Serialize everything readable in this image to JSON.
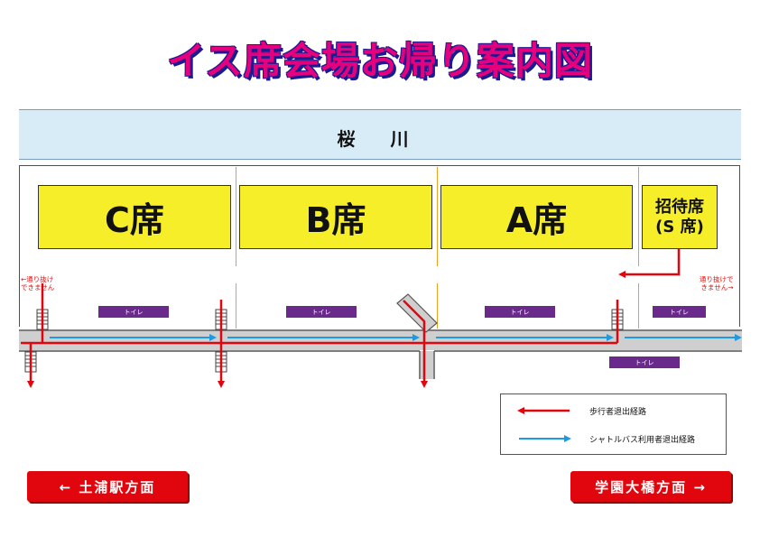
{
  "title": "イス席会場お帰り案内図",
  "river": {
    "label": "桜 川"
  },
  "blocks": {
    "c": "C席",
    "b": "B席",
    "a": "A席",
    "invited_line1": "招待席",
    "invited_line2": "(S 席)"
  },
  "toilets": {
    "label": "トイレ"
  },
  "notes": {
    "left_line1": "←通り抜け",
    "left_line2": "できません",
    "right_line1": "通り抜けで",
    "right_line2": "きません→"
  },
  "legend": {
    "pedestrian": "歩行者退出経路",
    "shuttle": "シャトルバス利用者退出経路"
  },
  "directions": {
    "left": "← 土浦駅方面",
    "right": "学園大橋方面 →"
  },
  "colors": {
    "pedestrian_route": "#e1060e",
    "shuttle_route": "#1e9be0",
    "seat_block": "#f7ee2a",
    "toilet": "#6a2a8c",
    "river": "#d8ecf8",
    "title": "#e6007e",
    "title_outline": "#1b1b8f"
  }
}
